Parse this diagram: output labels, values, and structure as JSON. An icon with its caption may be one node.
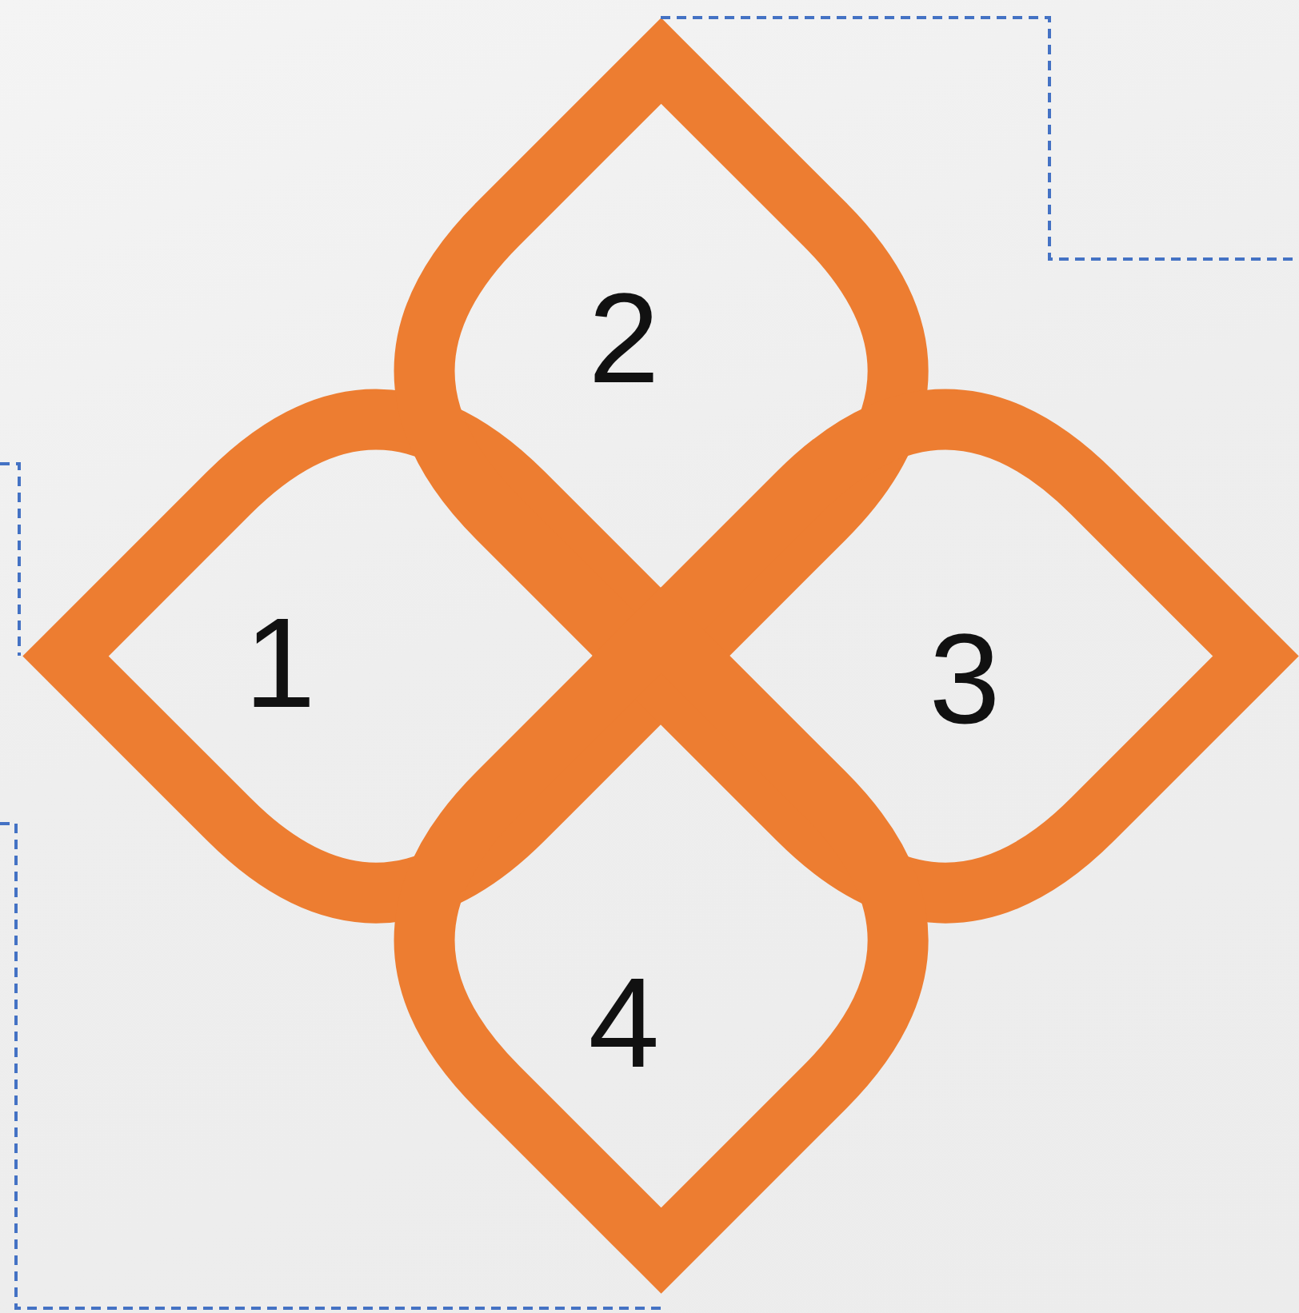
{
  "diagram": {
    "nodes": [
      {
        "text": [
          "1"
        ]
      },
      {
        "text": [
          "2"
        ]
      },
      {
        "text": [
          "3"
        ]
      },
      {
        "text": [
          "4"
        ]
      }
    ],
    "edges": [
      {
        "from": null,
        "to": 0,
        "arrow": "none",
        "style": "dashed"
      },
      {
        "from": 1,
        "to": null,
        "arrow": "none",
        "style": "dashed"
      },
      {
        "from": null,
        "to": 3,
        "arrow": "none",
        "style": "dashed"
      }
    ]
  }
}
